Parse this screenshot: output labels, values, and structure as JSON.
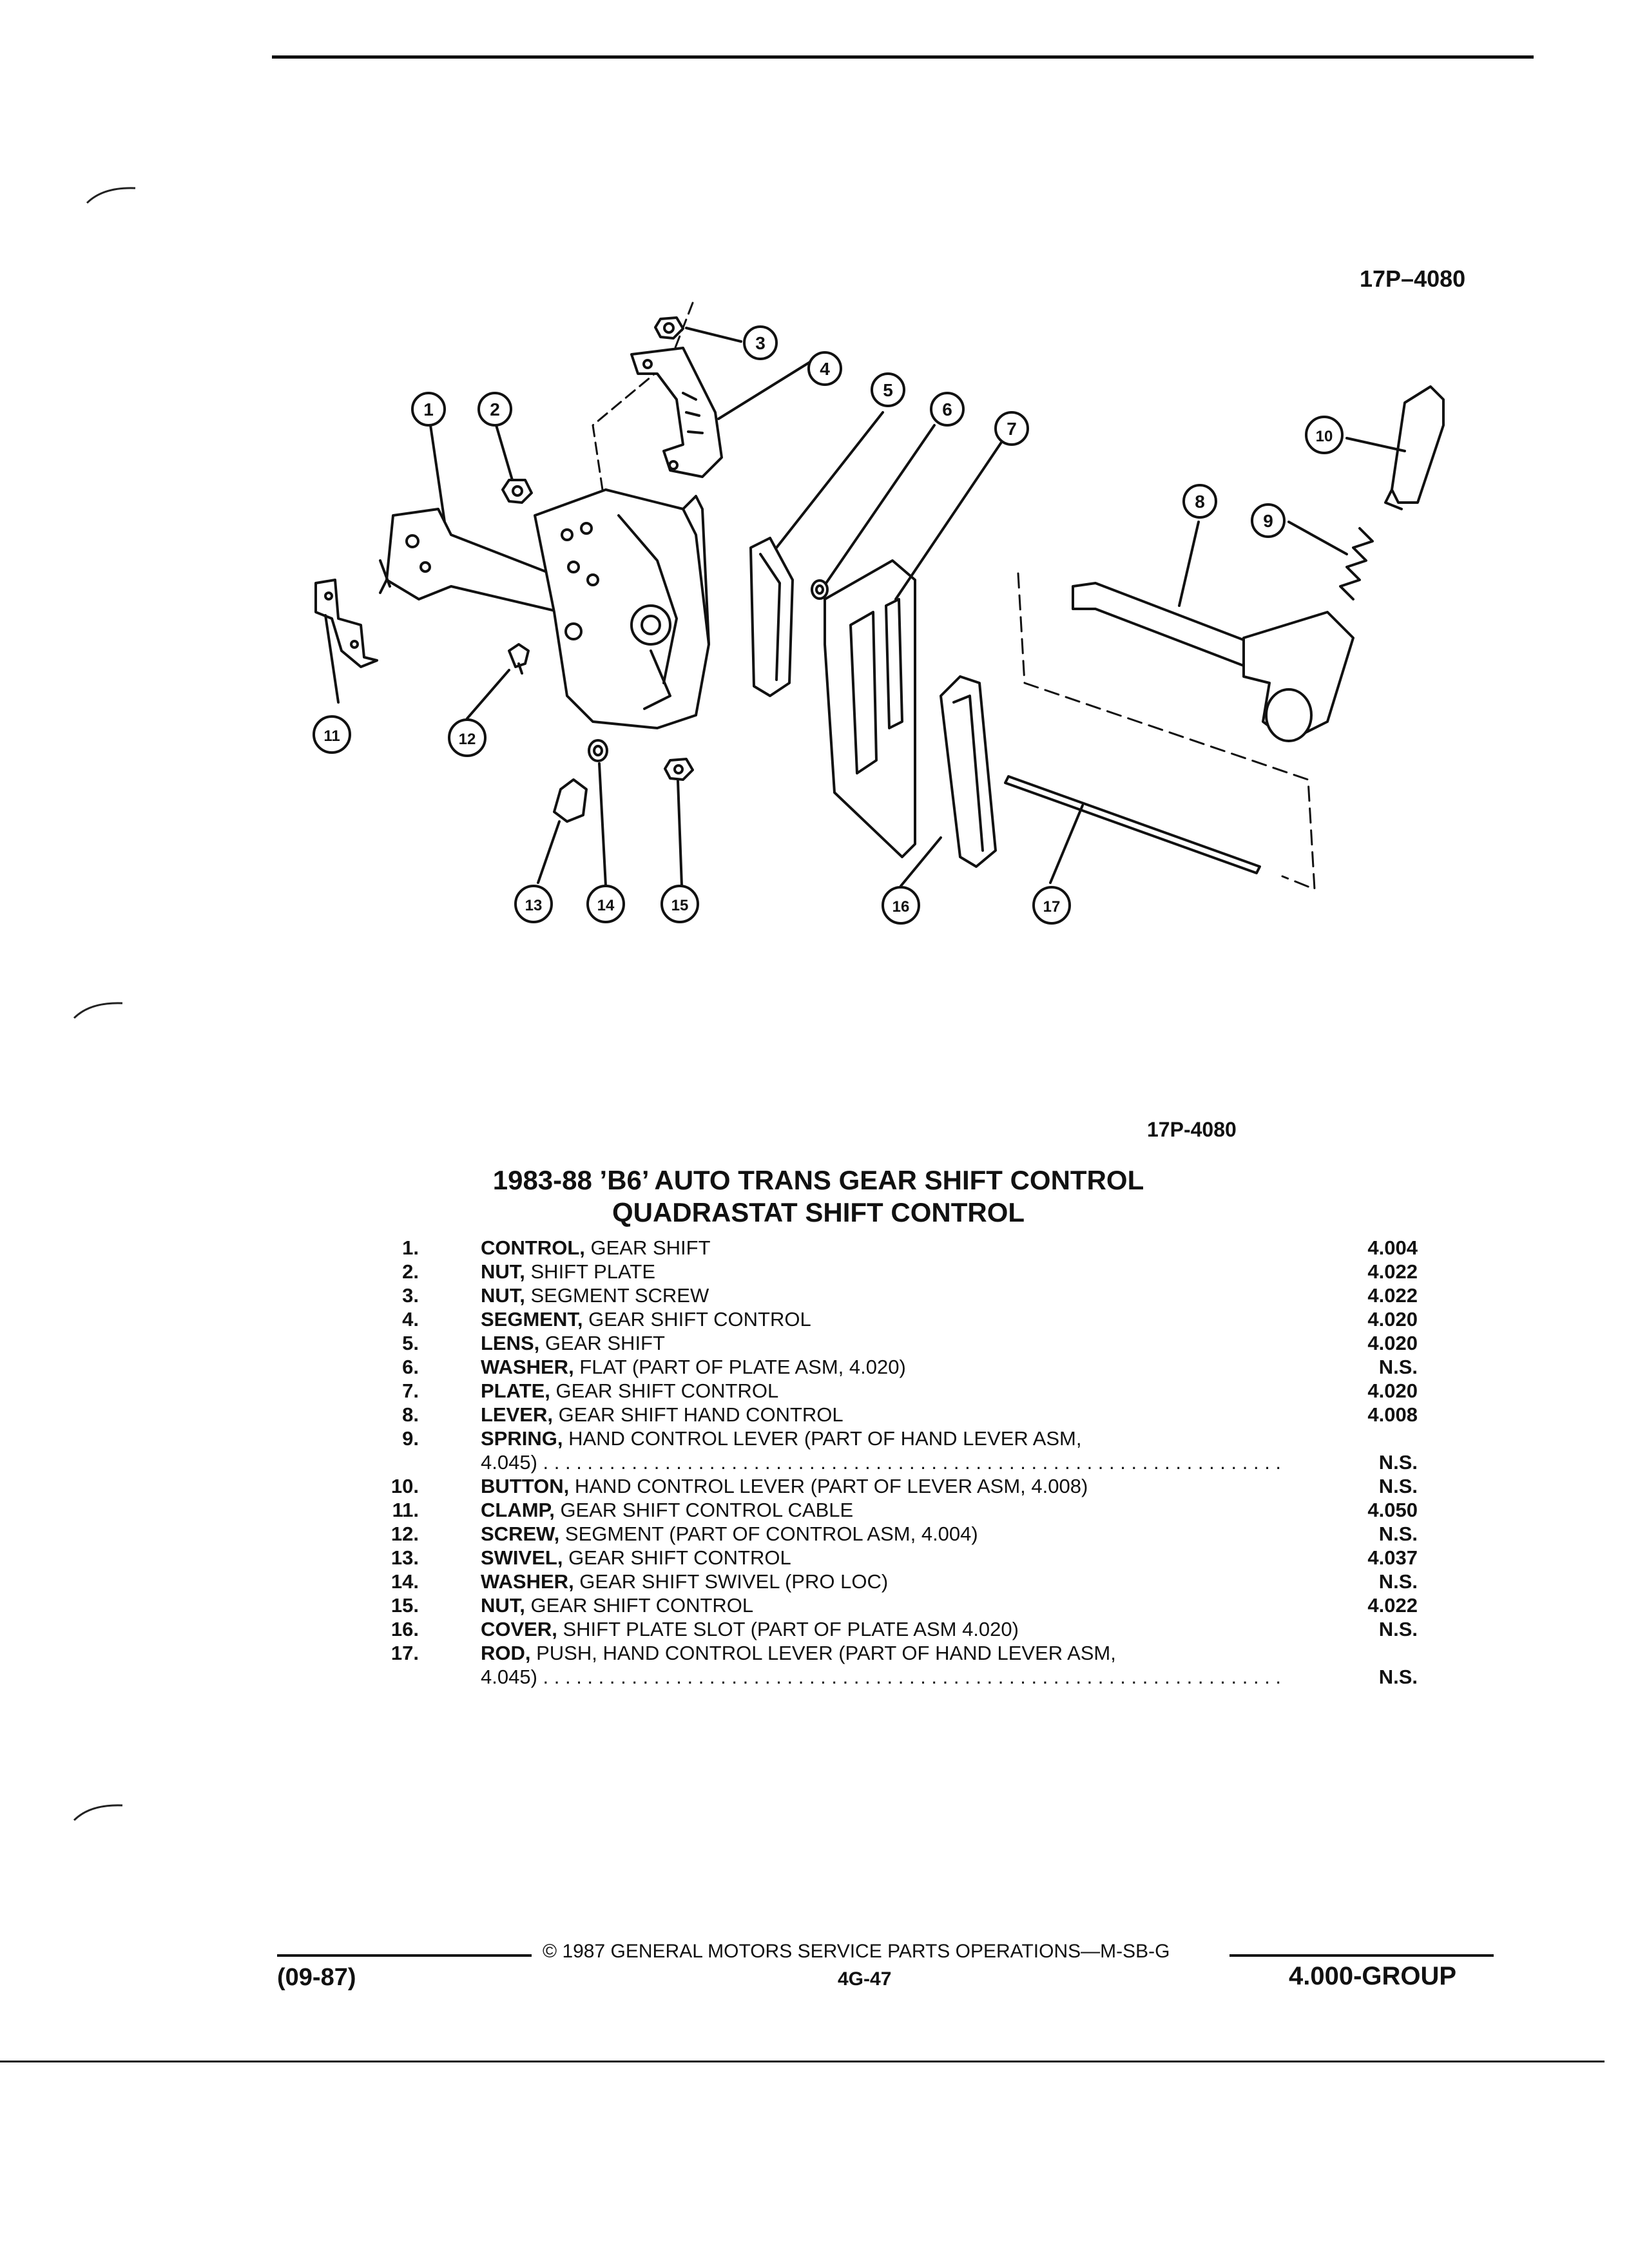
{
  "header": {
    "ref_top": "17P–4080",
    "ref_bottom": "17P-4080"
  },
  "title": {
    "line1": "1983-88 ’B6’ AUTO TRANS GEAR SHIFT CONTROL",
    "line2": "QUADRASTAT SHIFT CONTROL"
  },
  "callouts": [
    "1",
    "2",
    "3",
    "4",
    "5",
    "6",
    "7",
    "8",
    "9",
    "10",
    "11",
    "12",
    "13",
    "14",
    "15",
    "16",
    "17"
  ],
  "parts": [
    {
      "num": "1.",
      "name": "CONTROL,",
      "desc": " GEAR SHIFT",
      "cont": "",
      "group": "4.004"
    },
    {
      "num": "2.",
      "name": "NUT,",
      "desc": " SHIFT PLATE",
      "cont": "",
      "group": "4.022"
    },
    {
      "num": "3.",
      "name": "NUT,",
      "desc": " SEGMENT SCREW",
      "cont": "",
      "group": "4.022"
    },
    {
      "num": "4.",
      "name": "SEGMENT,",
      "desc": " GEAR SHIFT CONTROL",
      "cont": "",
      "group": "4.020"
    },
    {
      "num": "5.",
      "name": "LENS,",
      "desc": " GEAR SHIFT",
      "cont": "",
      "group": "4.020"
    },
    {
      "num": "6.",
      "name": "WASHER,",
      "desc": " FLAT (PART OF PLATE ASM, 4.020)",
      "cont": "",
      "group": "N.S."
    },
    {
      "num": "7.",
      "name": "PLATE,",
      "desc": " GEAR SHIFT CONTROL",
      "cont": "",
      "group": "4.020"
    },
    {
      "num": "8.",
      "name": "LEVER,",
      "desc": " GEAR SHIFT HAND CONTROL",
      "cont": "",
      "group": "4.008"
    },
    {
      "num": "9.",
      "name": "SPRING,",
      "desc": " HAND CONTROL LEVER (PART OF HAND LEVER ASM,",
      "cont": "4.045)",
      "group": "N.S."
    },
    {
      "num": "10.",
      "name": "BUTTON,",
      "desc": " HAND CONTROL LEVER (PART OF LEVER ASM, 4.008)",
      "cont": "",
      "group": "N.S."
    },
    {
      "num": "11.",
      "name": "CLAMP,",
      "desc": " GEAR SHIFT CONTROL CABLE",
      "cont": "",
      "group": "4.050"
    },
    {
      "num": "12.",
      "name": "SCREW,",
      "desc": " SEGMENT (PART OF CONTROL ASM, 4.004)",
      "cont": "",
      "group": "N.S."
    },
    {
      "num": "13.",
      "name": "SWIVEL,",
      "desc": " GEAR SHIFT CONTROL",
      "cont": "",
      "group": "4.037"
    },
    {
      "num": "14.",
      "name": "WASHER,",
      "desc": " GEAR SHIFT SWIVEL (PRO LOC)",
      "cont": "",
      "group": "N.S."
    },
    {
      "num": "15.",
      "name": "NUT,",
      "desc": " GEAR SHIFT CONTROL",
      "cont": "",
      "group": "4.022"
    },
    {
      "num": "16.",
      "name": "COVER,",
      "desc": " SHIFT PLATE SLOT (PART OF PLATE ASM 4.020)",
      "cont": "",
      "group": "N.S."
    },
    {
      "num": "17.",
      "name": "ROD,",
      "desc": " PUSH, HAND CONTROL LEVER (PART OF HAND LEVER ASM,",
      "cont": "4.045)",
      "group": "N.S."
    }
  ],
  "footer": {
    "copyright": "© 1987 GENERAL MOTORS SERVICE PARTS OPERATIONS—M-SB-G",
    "date": "(09-87)",
    "page": "4G-47",
    "group": "4.000-GROUP"
  }
}
